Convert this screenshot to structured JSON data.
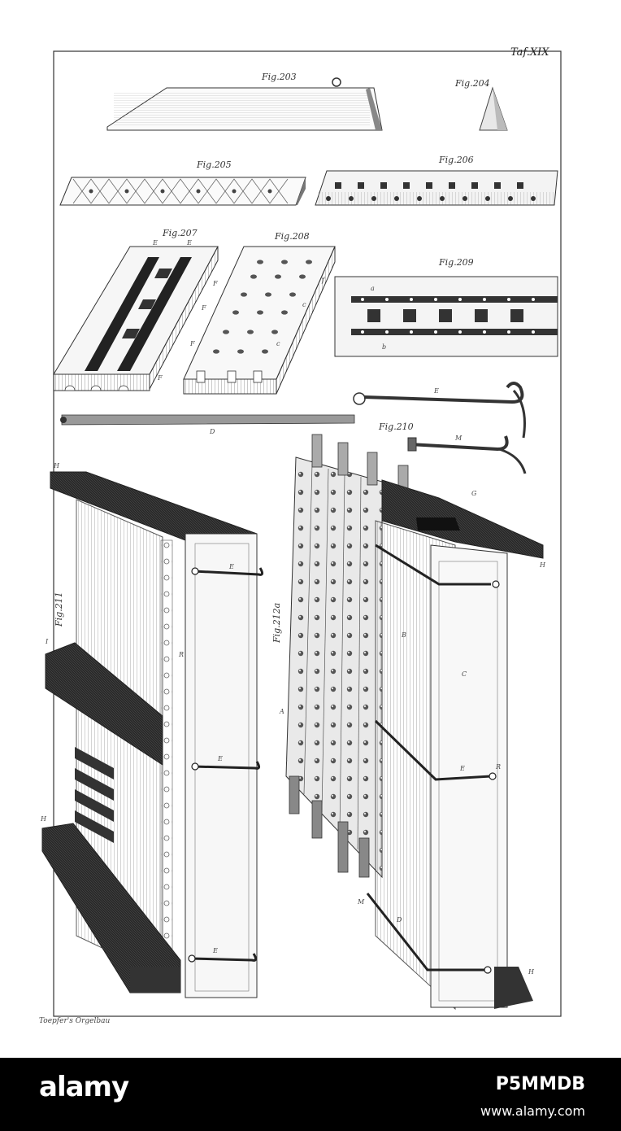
{
  "plate": {
    "number": "Taf.XIX",
    "credit": "Toepfer's Orgelbau"
  },
  "figures": {
    "f203": "Fig.203",
    "f204": "Fig.204",
    "f205": "Fig.205",
    "f206": "Fig.206",
    "f207": "Fig.207",
    "f208": "Fig.208",
    "f209": "Fig.209",
    "f210": "Fig.210",
    "f211": "Fig.211",
    "f212": "Fig.212a"
  },
  "letters": {
    "E": "E",
    "F": "F",
    "D": "D",
    "M": "M",
    "H": "H",
    "B": "B",
    "C": "C",
    "A": "A",
    "G": "G",
    "I": "I",
    "R": "R",
    "a": "a",
    "b": "b",
    "c": "c",
    "f": "f"
  },
  "banner": {
    "logo": "alamy",
    "image_id": "P5MMDB",
    "url": "www.alamy.com"
  }
}
